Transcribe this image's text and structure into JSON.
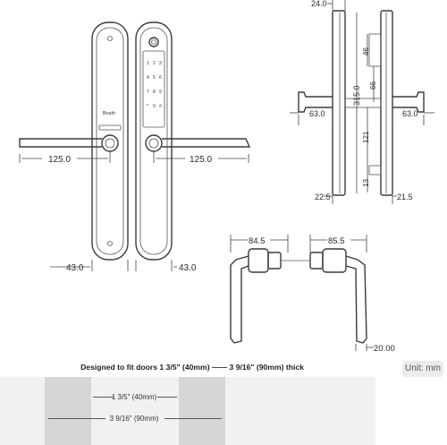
{
  "front_view": {
    "brand_text": "Bosih",
    "keypad_keys": [
      "1",
      "2",
      "3",
      "4",
      "5",
      "6",
      "7",
      "8",
      "9",
      "*",
      "0",
      "#"
    ],
    "handle_length_left": "125.0",
    "handle_length_right": "125.0",
    "plate_width_left": "43.0",
    "plate_width_right": "43.0"
  },
  "side_view": {
    "top_width": "24.0",
    "dim_46": "46",
    "dim_315": "315.0",
    "dim_66": "66",
    "dim_121": "121",
    "dim_13": "13",
    "handle_left": "63.0",
    "handle_right": "63.0",
    "bottom_left": "22.5",
    "bottom_right": "21.5"
  },
  "handle_view": {
    "left_depth": "84.5",
    "right_depth": "85.5",
    "lever_thickness": "20.00"
  },
  "unit_label": "Unit: mm",
  "fit": {
    "title": "Designed to fit doors 1 3/5\" (40mm) —— 3 9/16\" (90mm) thick",
    "min_label": "1 3/5\" (40mm)",
    "max_label": "3 9/16\" (90mm)"
  }
}
